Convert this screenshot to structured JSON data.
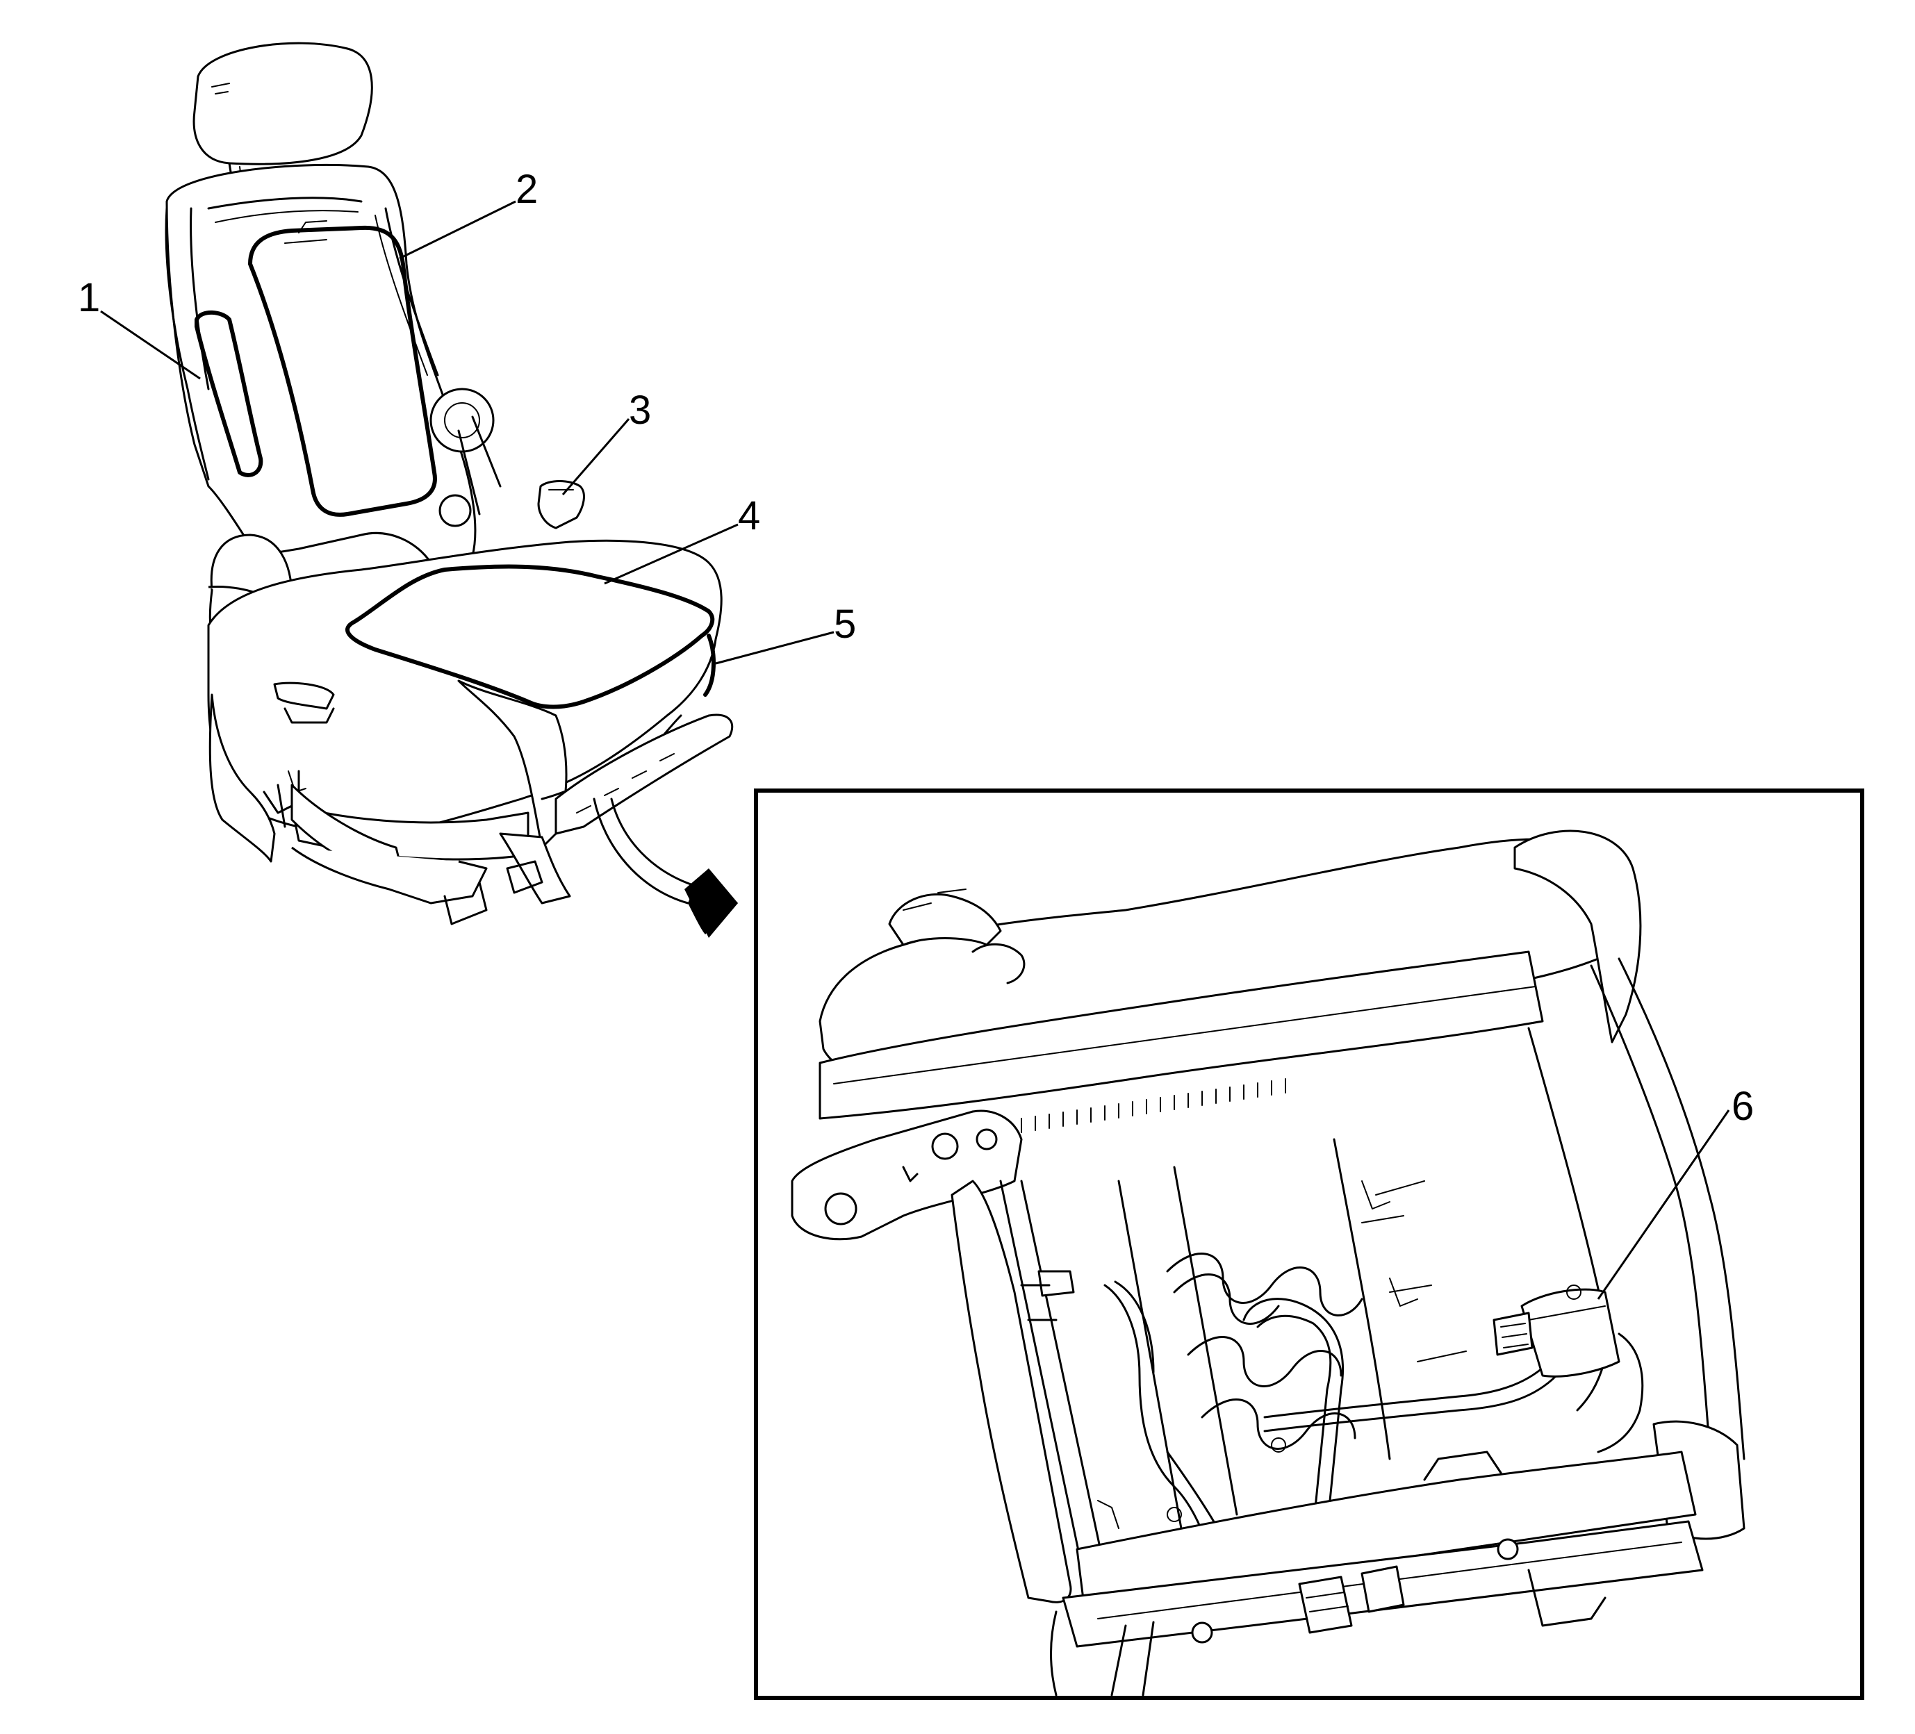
{
  "callouts": [
    {
      "id": "1",
      "label": "1"
    },
    {
      "id": "2",
      "label": "2"
    },
    {
      "id": "3",
      "label": "3"
    },
    {
      "id": "4",
      "label": "4"
    },
    {
      "id": "5",
      "label": "5"
    },
    {
      "id": "6",
      "label": "6"
    }
  ],
  "colors": {
    "line": "#000000",
    "background": "#ffffff"
  },
  "icons": {
    "pointer": "curved-arrow-icon"
  }
}
